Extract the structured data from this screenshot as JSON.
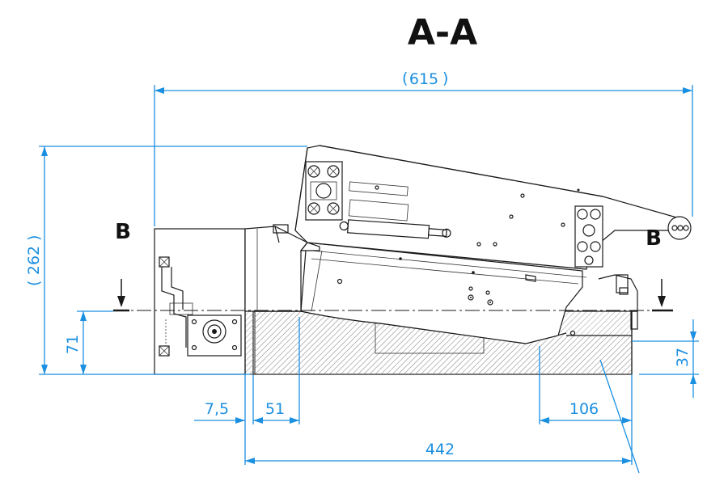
{
  "drawing": {
    "section_title": "A-A",
    "section_marker_left": "B",
    "section_marker_right": "B"
  },
  "dimensions": {
    "overall_length": "615",
    "overall_height": "262",
    "base_height": "71",
    "right_height": "37",
    "offset_left": "7,5",
    "offset_inner": "51",
    "right_segment": "106",
    "base_length": "442"
  },
  "colors": {
    "dimension": "#1b8fe0",
    "outline": "#1a1a1a",
    "hatch": "#9a9a9a"
  }
}
